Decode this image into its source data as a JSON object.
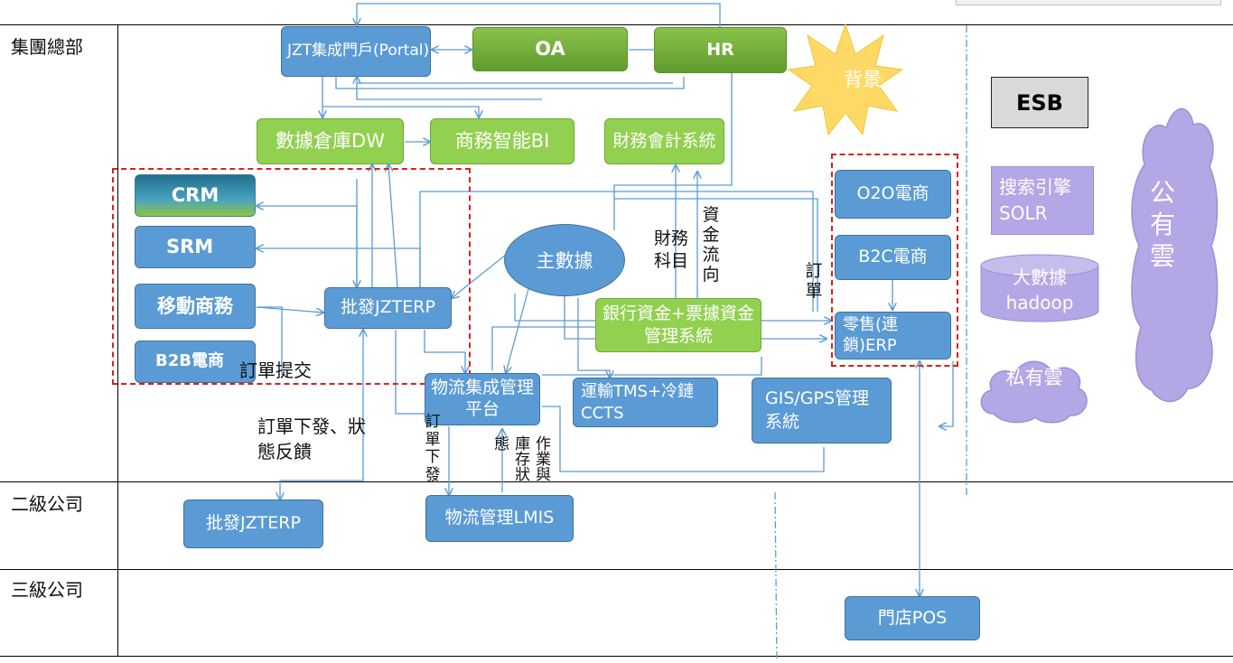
{
  "lanes": {
    "hq": "集團總部",
    "level2": "二級公司",
    "level3": "三級公司"
  },
  "nodes": {
    "portal": "JZT集成門戶(Portal)",
    "oa": "OA",
    "hr": "HR",
    "background": "背景",
    "dw": "數據倉庫DW",
    "bi": "商務智能BI",
    "finance": "財務會計系統",
    "crm": "CRM",
    "srm": "SRM",
    "mobile": "移動商務",
    "b2b": "B2B電商",
    "erp_hq": "批發JZTERP",
    "mdm": "主數據",
    "bank": "銀行資金+票據資金管理系統",
    "o2o": "O2O電商",
    "b2c": "B2C電商",
    "retail_erp": "零售(連鎖)ERP",
    "logistics_platform": "物流集成管理平台",
    "tms": "運輸TMS+冷鏈CCTS",
    "gis": "GIS/GPS管理系統",
    "erp_l2": "批發JZTERP",
    "lmis": "物流管理LMIS",
    "pos": "門店POS",
    "esb": "ESB",
    "solr": "搜索引擎SOLR",
    "hadoop": "大數據hadoop",
    "private_cloud": "私有雲",
    "public_cloud": "公有雲"
  },
  "annotations": {
    "order_submit": "訂單提交",
    "order_dispatch_feedback": "訂單下發、狀態反饋",
    "finance_subject": "財務科目",
    "fund_flow": "資金流向",
    "order": "訂單",
    "order_dispatch": "訂單下發",
    "inventory_status": "作業與庫存狀態"
  },
  "colors": {
    "blue_box": "#5b9bd5",
    "green_box": "#70ad47",
    "purple_box": "#b4a7e5",
    "dashed_red": "#d9211c",
    "arrow": "#5b9bd5",
    "star": "#ffd966"
  }
}
